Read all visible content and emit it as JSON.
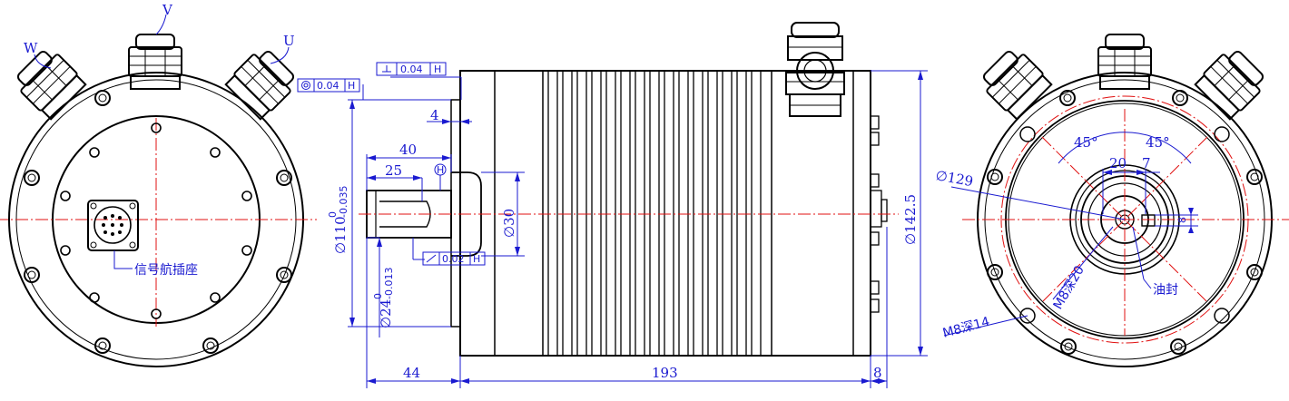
{
  "phase_labels": {
    "u": "U",
    "v": "V",
    "w": "W"
  },
  "connector_label": "信号航插座",
  "oil_seal_label": "油封",
  "dimensions": {
    "shaft_len": "40",
    "key_len": "25",
    "flange_thk": "4",
    "shaft_dia_main": "∅110",
    "shaft_dia_main_tol_up": "0",
    "shaft_dia_main_tol_lo": "-0.035",
    "shaft_dia_24": "∅24",
    "shaft_dia_24_tol_up": "0",
    "shaft_dia_24_tol_lo": "-0.013",
    "boss_dia": "∅30",
    "body_dia": "∅142.5",
    "len_44": "44",
    "len_193": "193",
    "len_8": "8",
    "pcd": "∅129",
    "angle_a": "45°",
    "angle_b": "45°",
    "key_w20": "20",
    "key_w7": "7",
    "key_h8": "8",
    "m8_deep14": "M8深14",
    "m8_deep20": "M8深20"
  },
  "tolerances": {
    "concentric": {
      "value": "0.04",
      "datum": "H"
    },
    "perpendicular": {
      "value": "0.04",
      "datum": "H"
    },
    "runout": {
      "value": "0.02",
      "datum": "H"
    },
    "datum_marker": "H"
  }
}
